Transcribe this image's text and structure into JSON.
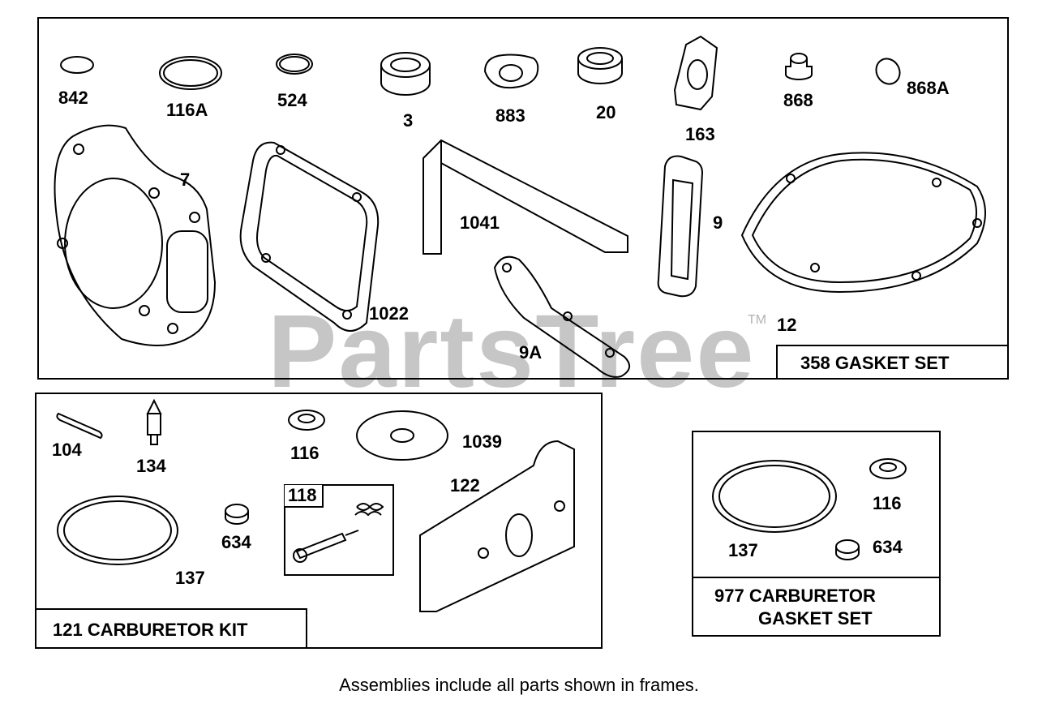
{
  "watermark": {
    "brand": "PartsTree",
    "tm": "TM"
  },
  "gasket_set": {
    "title": "358 GASKET SET",
    "parts": {
      "p842": "842",
      "p116A": "116A",
      "p524": "524",
      "p3": "3",
      "p883": "883",
      "p20": "20",
      "p163": "163",
      "p868": "868",
      "p868A": "868A",
      "p7": "7",
      "p1022": "1022",
      "p1041": "1041",
      "p9": "9",
      "p12": "12",
      "p9A": "9A"
    }
  },
  "carb_kit": {
    "title": "121 CARBURETOR KIT",
    "parts": {
      "p104": "104",
      "p134": "134",
      "p116": "116",
      "p1039": "1039",
      "p122": "122",
      "p118": "118",
      "p634": "634",
      "p137": "137"
    }
  },
  "carb_gasket_set": {
    "title_line1": "977 CARBURETOR",
    "title_line2": "GASKET SET",
    "parts": {
      "p137": "137",
      "p116": "116",
      "p634": "634"
    }
  },
  "footer": "Assemblies include all parts shown in frames."
}
